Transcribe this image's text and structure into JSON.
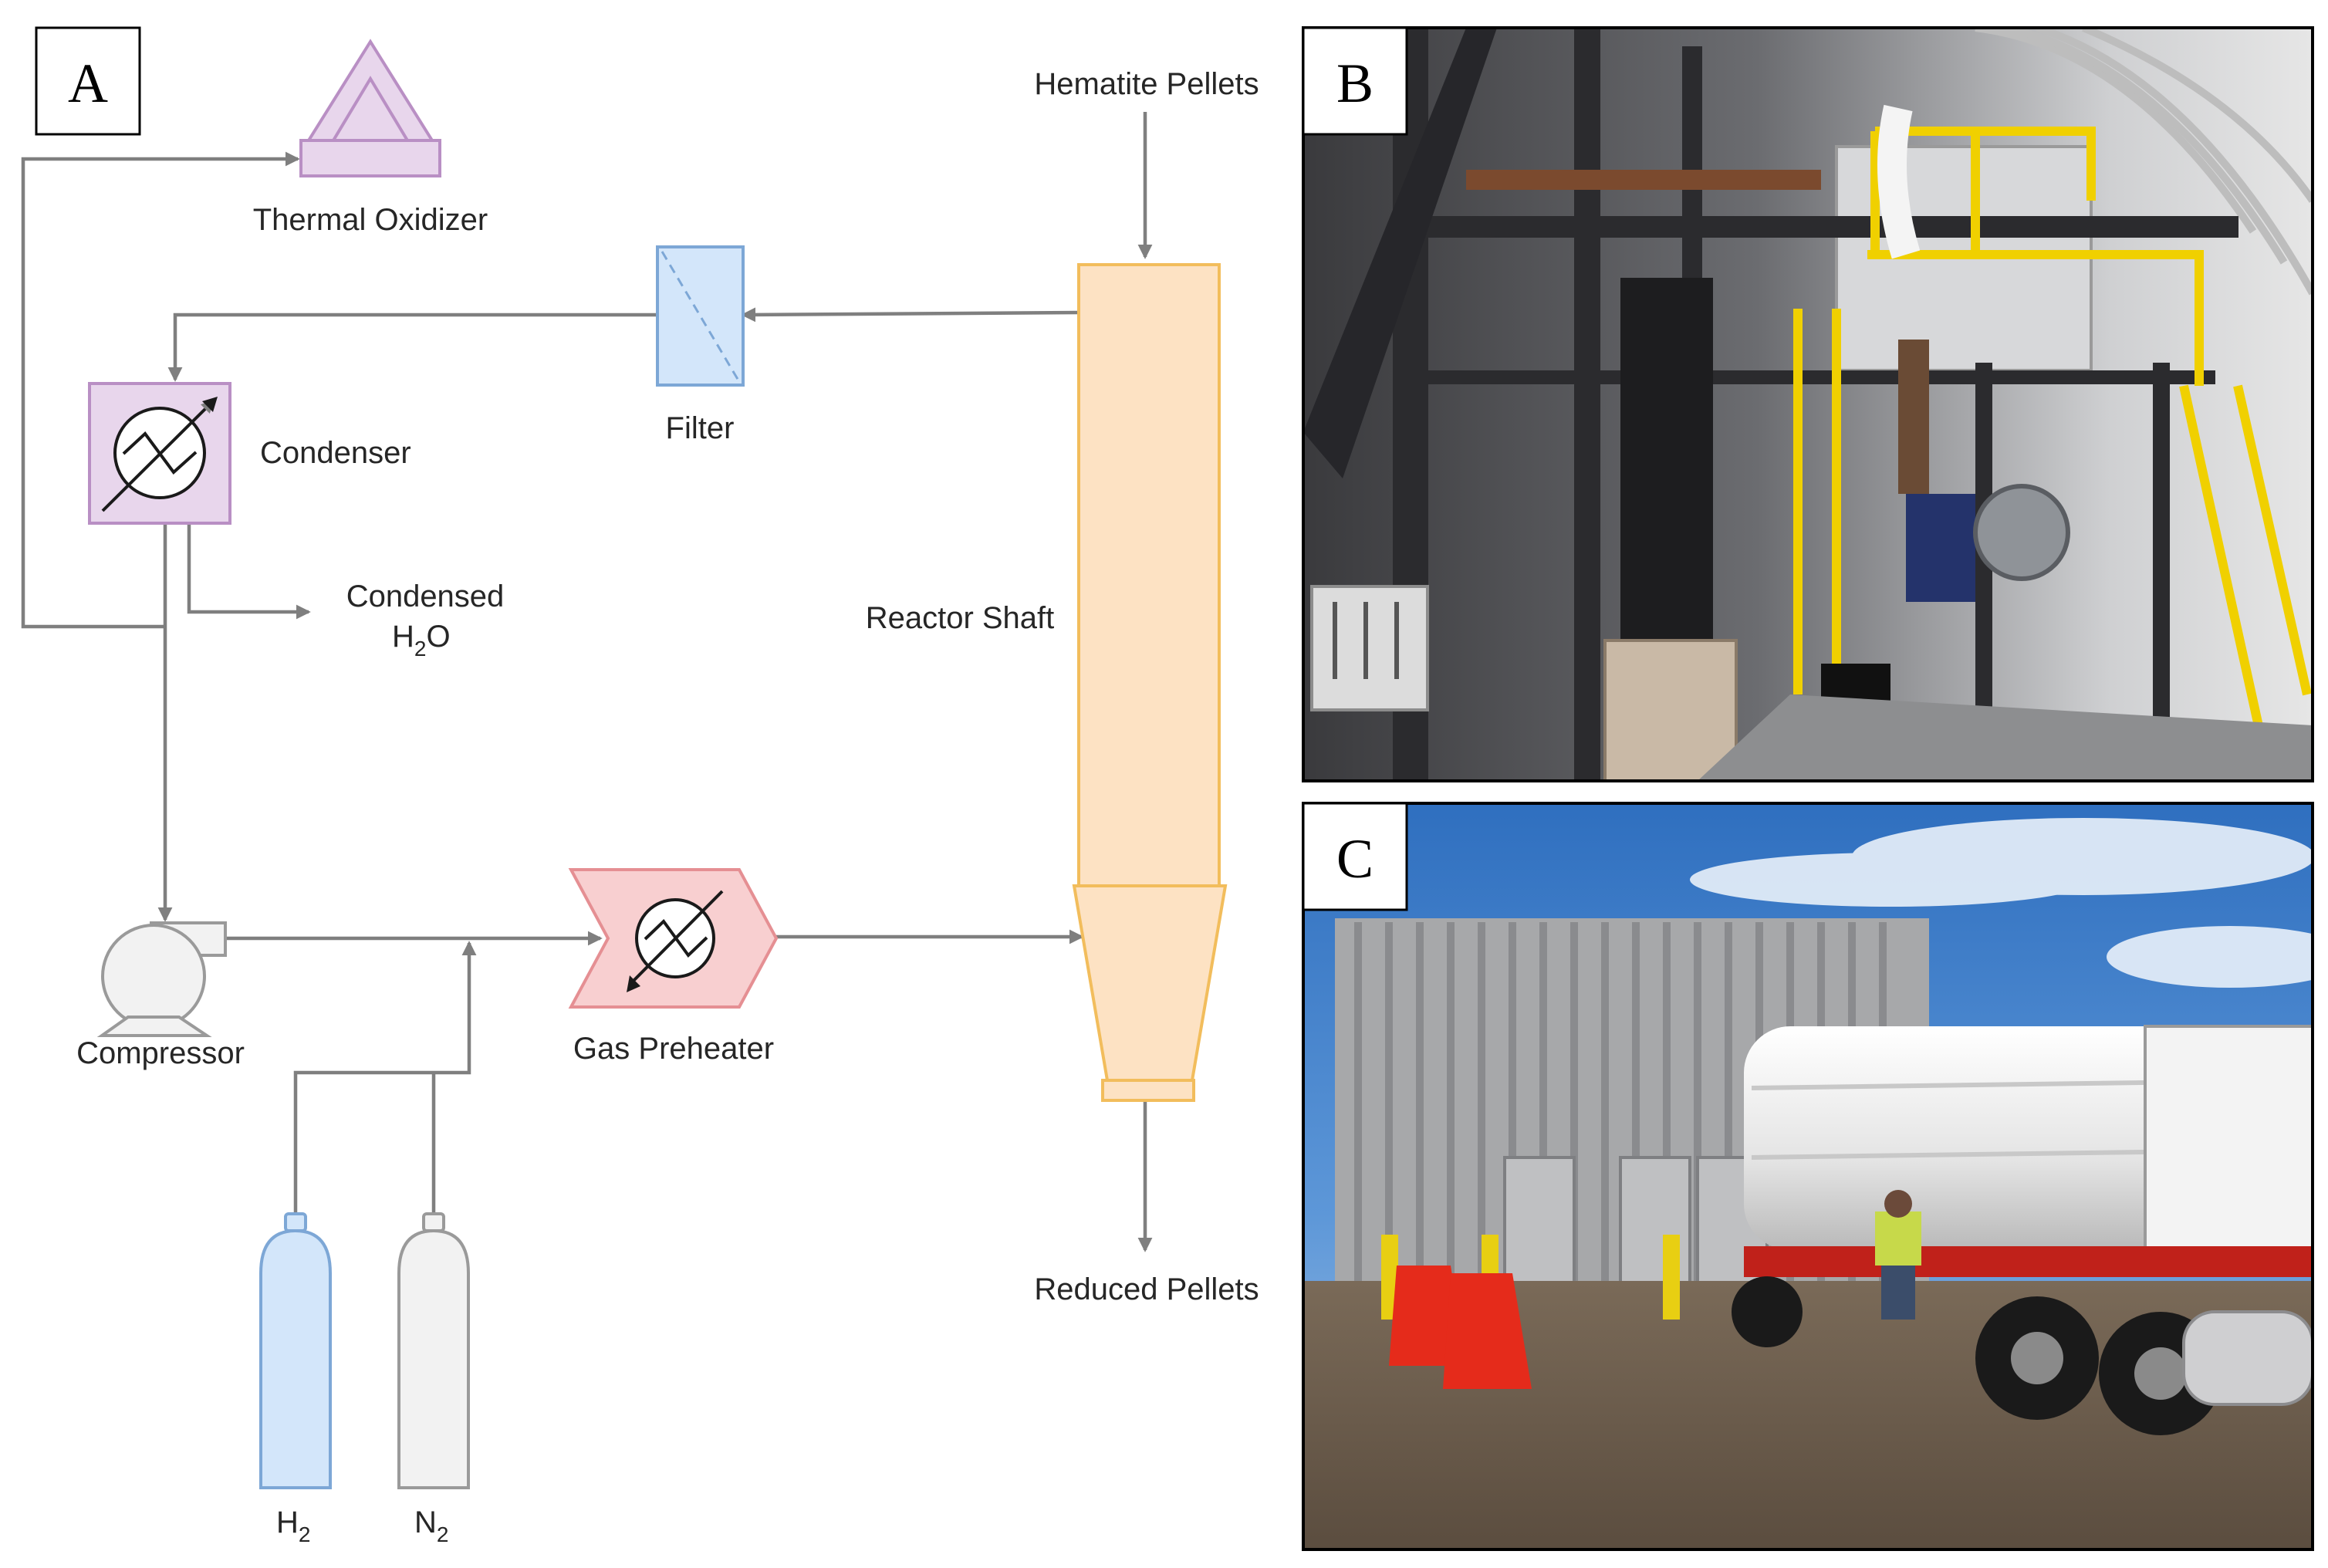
{
  "panels": {
    "a": "A",
    "b": "B",
    "c": "C"
  },
  "units": {
    "thermal_oxidizer": "Thermal Oxidizer",
    "filter": "Filter",
    "condenser": "Condenser",
    "condensed_water_main": "Condensed",
    "condensed_water_formula": "H",
    "condensed_water_sub": "2",
    "condensed_water_tail": "O",
    "reactor_shaft": "Reactor Shaft",
    "hematite_pellets": "Hematite Pellets",
    "reduced_pellets": "Reduced Pellets",
    "compressor": "Compressor",
    "gas_preheater": "Gas Preheater",
    "h2_main": "H",
    "h2_sub": "2",
    "n2_main": "N",
    "n2_sub": "2"
  },
  "colors": {
    "flow_line": "#7f7f7f",
    "oxidizer_fill": "#e8d6ec",
    "oxidizer_stroke": "#b98fc4",
    "filter_fill": "#d3e6fa",
    "filter_stroke": "#7da7d6",
    "condenser_fill": "#e8d6ec",
    "condenser_stroke": "#b98fc4",
    "reactor_fill": "#fde2c3",
    "reactor_stroke": "#f2bd5c",
    "preheater_fill": "#f8cfd0",
    "preheater_stroke": "#e58f93",
    "compressor_fill": "#f2f2f2",
    "compressor_stroke": "#9a9a9a",
    "h2_cylinder_fill": "#d3e6fa",
    "n2_cylinder_fill": "#f2f2f2"
  },
  "photos": {
    "b": "indoor-pilot-plant-photo",
    "c": "outdoor-hydrogen-trailer-photo"
  }
}
